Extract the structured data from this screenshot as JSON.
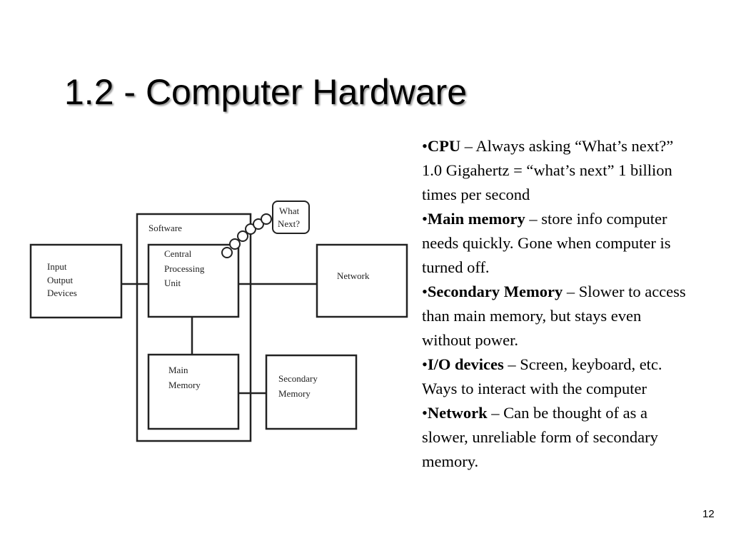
{
  "slide": {
    "title": "1.2 - Computer Hardware",
    "page_number": "12"
  },
  "diagram": {
    "software_label": "Software",
    "cpu_label_lines": [
      "Central",
      "Processing",
      "Unit"
    ],
    "io_label_lines": [
      "Input",
      "Output",
      "Devices"
    ],
    "network_label": "Network",
    "main_memory_label_lines": [
      "Main",
      "Memory"
    ],
    "secondary_memory_label_lines": [
      "Secondary",
      "Memory"
    ],
    "thought_bubble_lines": [
      "What",
      "Next?"
    ]
  },
  "bullets": [
    {
      "term": "CPU",
      "description": " – Always asking “What’s next?” 1.0 Gigahertz = “what’s next” 1 billion times per second"
    },
    {
      "term": "Main memory",
      "description": " – store info computer needs quickly. Gone when computer is turned off."
    },
    {
      "term": "Secondary Memory",
      "description": " – Slower to access than main memory, but stays even without power."
    },
    {
      "term": "I/O devices",
      "description": " – Screen, keyboard, etc. Ways to interact with the computer"
    },
    {
      "term": "Network",
      "description": " – Can be thought of as a slower, unreliable form of secondary memory."
    }
  ]
}
